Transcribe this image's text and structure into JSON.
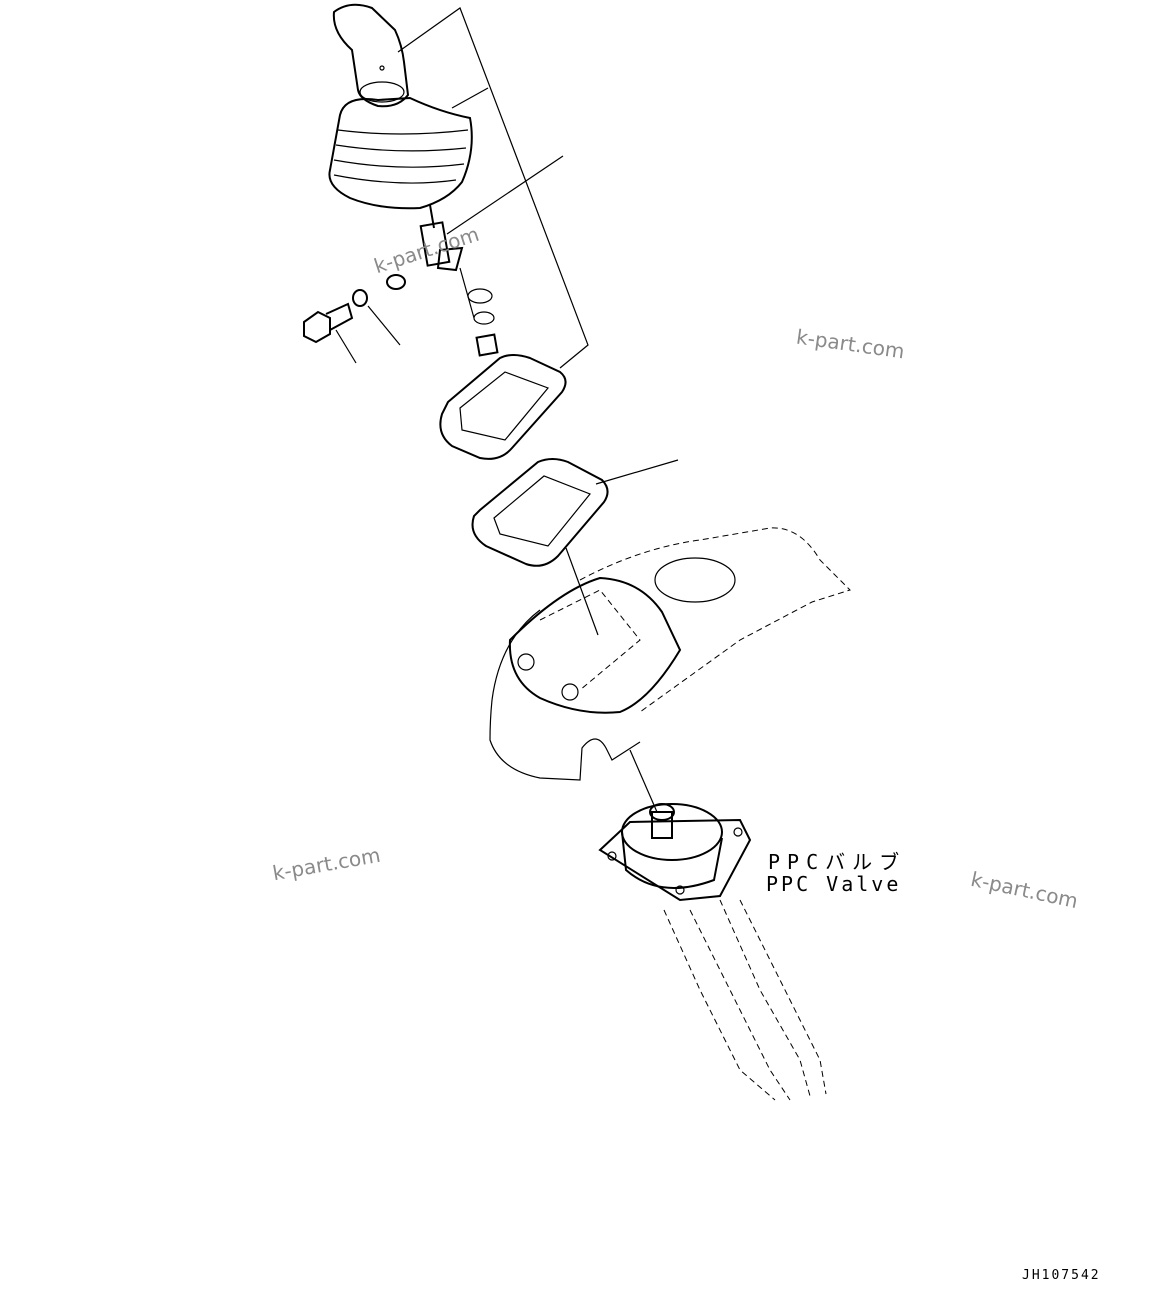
{
  "diagram": {
    "callout_label_jp": "PPCバルブ",
    "callout_label_en": "PPC Valve",
    "drawing_number": "JH107542",
    "watermarks": [
      "k-part.com",
      "k-part.com",
      "k-part.com",
      "k-part.com"
    ]
  },
  "colors": {
    "line": "#000000",
    "watermark": "#8a8a8a",
    "background": "#ffffff"
  }
}
